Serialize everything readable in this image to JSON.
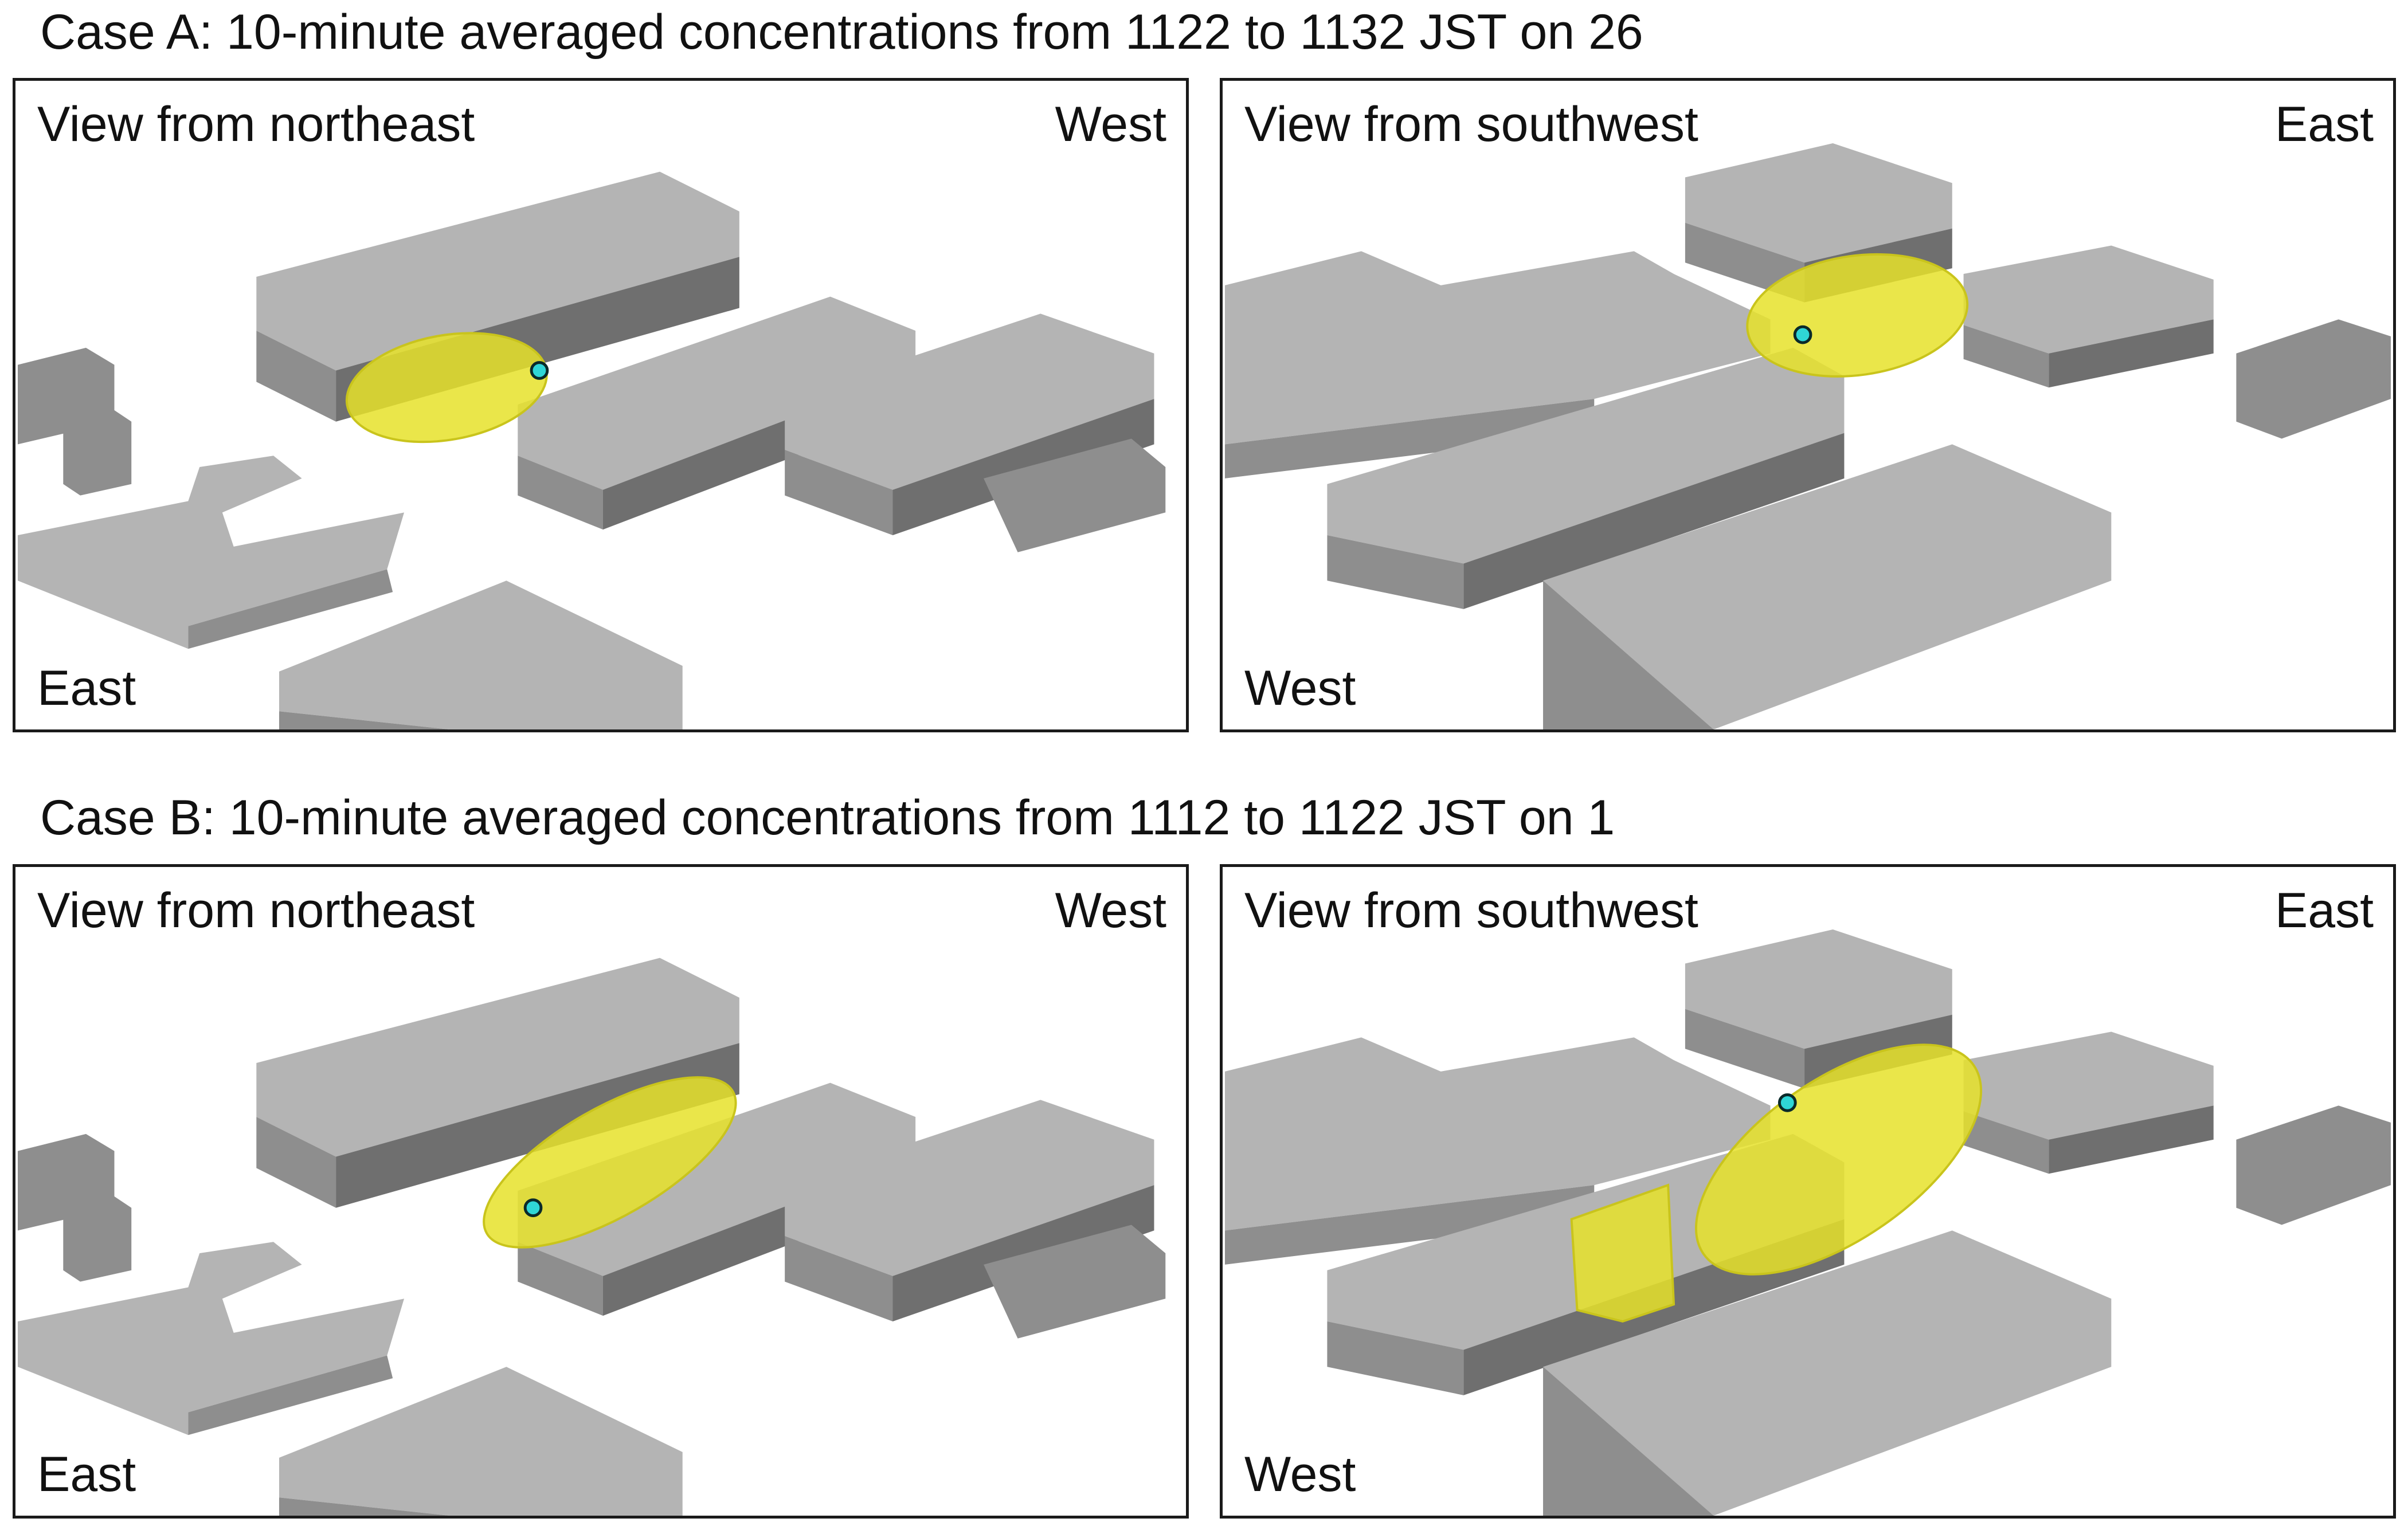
{
  "case_a": {
    "title": "Case A: 10-minute averaged concentrations from 1122 to 1132 JST on 26",
    "ne_panel": {
      "view_label": "View from northeast",
      "top_direction": "West",
      "bottom_direction": "East"
    },
    "sw_panel": {
      "view_label": "View from southwest",
      "top_direction": "East",
      "bottom_direction": "West"
    }
  },
  "case_b": {
    "title": "Case B: 10-minute averaged concentrations from 1112 to 1122 JST on 1",
    "ne_panel": {
      "view_label": "View from northeast",
      "top_direction": "West",
      "bottom_direction": "East"
    },
    "sw_panel": {
      "view_label": "View from southwest",
      "top_direction": "East",
      "bottom_direction": "West"
    }
  },
  "colors": {
    "building_top": "#b4b4b4",
    "building_side": "#8e8e8e",
    "building_dark": "#6f6f6f",
    "plume": "#e6e22a",
    "source_marker": "#2fd6d6"
  }
}
